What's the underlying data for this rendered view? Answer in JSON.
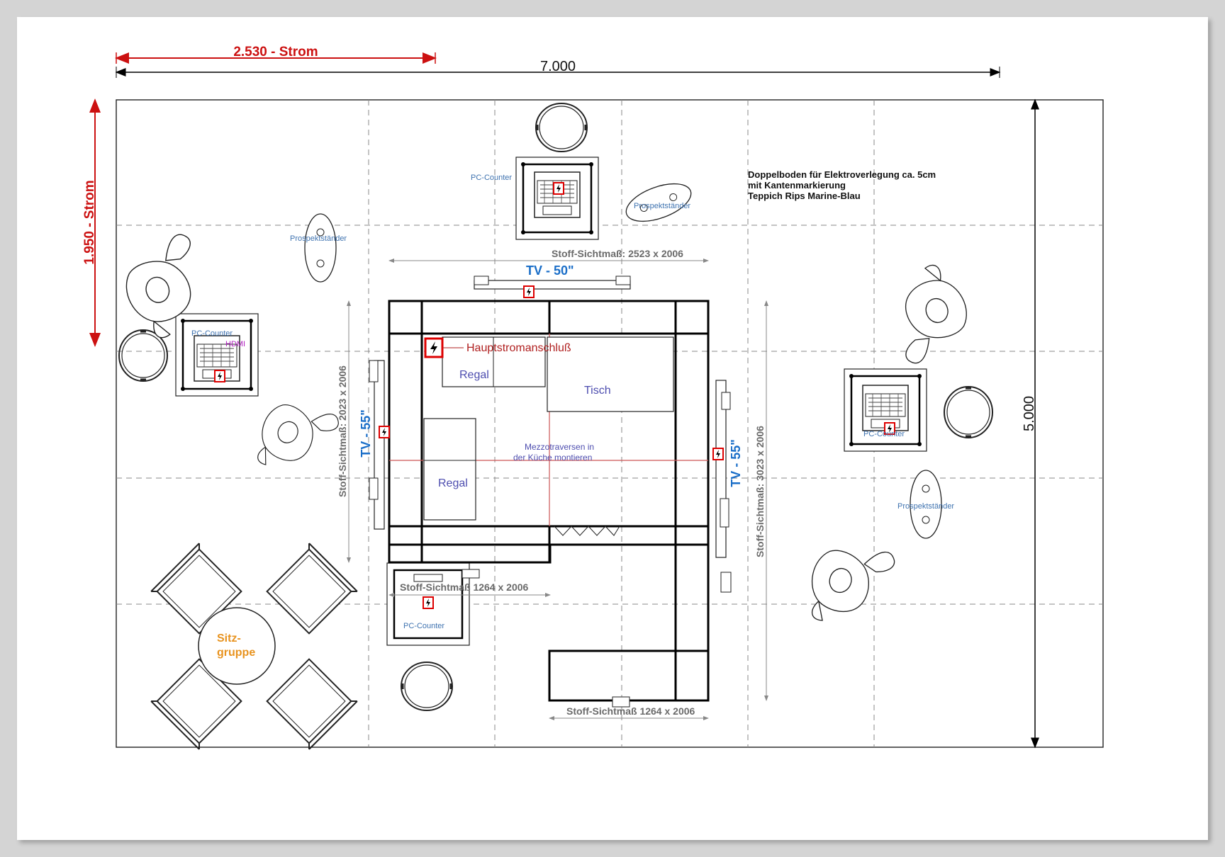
{
  "dimensions": {
    "strom_width": "2.530 - Strom",
    "total_width": "7.000",
    "strom_height": "1.950 - Strom",
    "total_height": "5.000"
  },
  "notes": {
    "line1": "Doppelboden für Elektroverlegung ca. 5cm",
    "line2": "mit Kantenmarkierung",
    "line3": "Teppich Rips Marine-Blau"
  },
  "labels": {
    "pc_counter": "PC-Counter",
    "prospektstaender": "Prospektständer",
    "hdmi": "HDMI",
    "tv50": "TV - 50\"",
    "tv55": "TV - 55\"",
    "hauptstrom": "Hauptstromanschluß",
    "regal": "Regal",
    "tisch": "Tisch",
    "mezzo1": "Mezzotraversen in",
    "mezzo2": "der Küche montieren",
    "sitz1": "Sitz-",
    "sitz2": "gruppe"
  },
  "stoff": {
    "top": "Stoff-Sichtmaß: 2523 x 2006",
    "left": "Stoff-Sichtmaß: 2023 x 2006",
    "right": "Stoff-Sichtmaß: 3023 x 2006",
    "small": "Stoff-Sichtmaß 1264 x 2006",
    "bottom": "Stoff-Sichtmaß 1264 x 2006"
  },
  "colors": {
    "dimension_red": "#cc1111",
    "tv_blue": "#1a6ec8",
    "label_purple": "#4d4daf",
    "seating_orange": "#e8931f",
    "power_red": "#dd0000"
  }
}
